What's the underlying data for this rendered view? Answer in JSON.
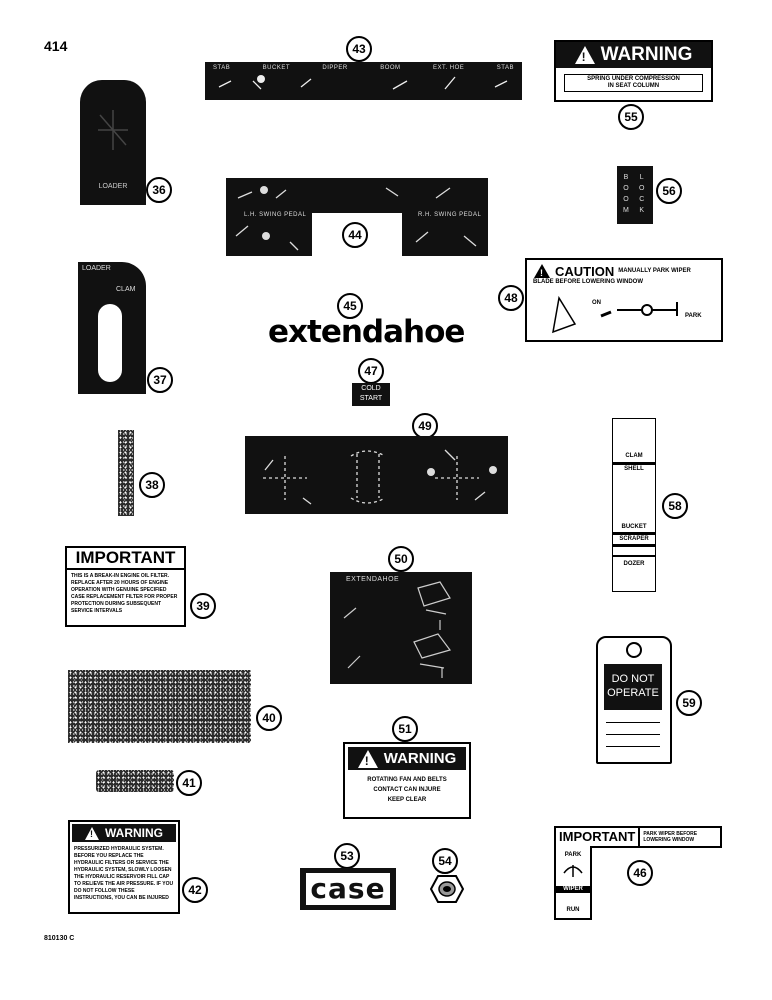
{
  "page_number": "414",
  "figure_code": "810130 C",
  "callouts": [
    "36",
    "37",
    "38",
    "39",
    "40",
    "41",
    "42",
    "43",
    "44",
    "45",
    "46",
    "47",
    "48",
    "49",
    "50",
    "51",
    "53",
    "54",
    "55",
    "56",
    "58",
    "59"
  ],
  "decal_36": {
    "label": "LOADER"
  },
  "decal_37": {
    "line1": "LOADER",
    "line2": "CLAM"
  },
  "decal_43": {
    "labels": [
      "STAB",
      "BUCKET",
      "DIPPER",
      "BOOM",
      "EXT. HOE",
      "STAB"
    ]
  },
  "decal_44": {
    "left": "L.H. SWING PEDAL",
    "right": "R.H. SWING PEDAL"
  },
  "decal_45": {
    "text": "extendahoe"
  },
  "decal_47": {
    "line1": "COLD",
    "line2": "START"
  },
  "decal_50": {
    "title": "EXTENDAHOE"
  },
  "decal_39": {
    "header": "IMPORTANT",
    "body": "THIS IS A BREAK-IN ENGINE OIL FILTER. REPLACE AFTER 20 HOURS OF ENGINE OPERATION WITH GENUINE SPECIFIED CASE REPLACEMENT FILTER FOR PROPER PROTECTION DURING SUBSEQUENT SERVICE INTERVALS"
  },
  "decal_42": {
    "header": "WARNING",
    "body": "PRESSURIZED HYDRAULIC SYSTEM. BEFORE YOU REPLACE THE HYDRAULIC FILTERS OR SERVICE THE HYDRAULIC SYSTEM, SLOWLY LOOSEN THE HYDRAULIC RESERVOIR FILL CAP TO RELIEVE THE AIR PRESSURE. IF YOU DO NOT FOLLOW THESE INSTRUCTIONS, YOU CAN BE INJURED"
  },
  "decal_51": {
    "header": "WARNING",
    "body": [
      "ROTATING FAN AND BELTS",
      "CONTACT CAN INJURE",
      "KEEP CLEAR"
    ]
  },
  "decal_53": {
    "text": "case"
  },
  "decal_55": {
    "header": "WARNING",
    "body": [
      "SPRING UNDER COMPRESSION",
      "IN SEAT COLUMN"
    ]
  },
  "decal_56": {
    "col1": [
      "B",
      "O",
      "O",
      "M"
    ],
    "col2": [
      "L",
      "O",
      "C",
      "K"
    ]
  },
  "decal_48": {
    "header": "CAUTION",
    "line1": "MANUALLY PARK WIPER",
    "line2": "BLADE BEFORE LOWERING WINDOW",
    "on": "ON",
    "park": "PARK"
  },
  "decal_58": {
    "labels": [
      "CLAM",
      "SHELL",
      "BUCKET",
      "SCRAPER",
      "DOZER"
    ]
  },
  "decal_59": {
    "line1": "DO NOT",
    "line2": "OPERATE"
  },
  "decal_46": {
    "header": "IMPORTANT",
    "text": "PARK WIPER BEFORE LOWERING WINDOW",
    "park": "PARK",
    "wiper": "WIPER",
    "run": "RUN"
  },
  "colors": {
    "ink": "#000000",
    "decal_dark": "#111111",
    "paper": "#ffffff"
  }
}
